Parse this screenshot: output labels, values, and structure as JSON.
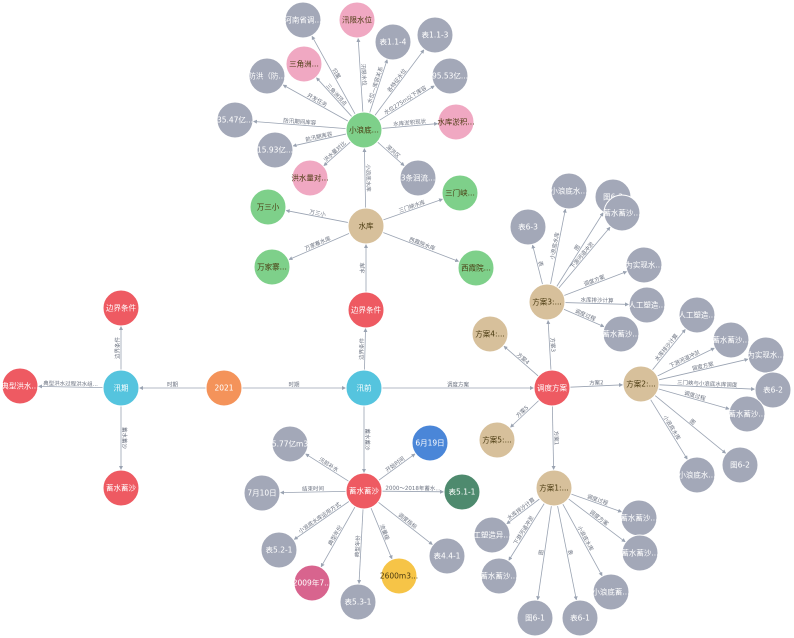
{
  "colors": {
    "background": "#ffffff",
    "edge": "#9aa3b2",
    "edge_label": "#6b7280",
    "red": "#ee5a62",
    "cyan": "#55c4de",
    "orange": "#f4935a",
    "tan": "#d7c09b",
    "grey": "#a3a8b8",
    "green": "#7ed08a",
    "pink": "#f0a8c2",
    "blue": "#4a86d8",
    "darkgreen": "#4e8a6e",
    "magenta": "#d8648e",
    "yellow": "#f6c447"
  },
  "nodes": [
    {
      "id": "2021",
      "label": "2021",
      "color": "orange"
    },
    {
      "id": "xunqian",
      "label": "汛前",
      "color": "cyan"
    },
    {
      "id": "xunqi",
      "label": "汛期",
      "color": "cyan"
    },
    {
      "id": "bj1",
      "label": "边界条件",
      "color": "red"
    },
    {
      "id": "bj2",
      "label": "边界条件",
      "color": "red"
    },
    {
      "id": "dianxing",
      "label": "典型洪水...",
      "color": "red"
    },
    {
      "id": "xiushui1",
      "label": "蓄水蓄沙",
      "color": "red"
    },
    {
      "id": "xiushui2",
      "label": "蓄水蓄沙",
      "color": "red"
    },
    {
      "id": "diaodu",
      "label": "调度方案",
      "color": "red"
    },
    {
      "id": "shuiku",
      "label": "水库",
      "color": "tan"
    },
    {
      "id": "xiaolang",
      "label": "小浪底...",
      "color": "green"
    },
    {
      "id": "wansan",
      "label": "万三小",
      "color": "green"
    },
    {
      "id": "wanjia",
      "label": "万家寨...",
      "color": "green"
    },
    {
      "id": "sanmen",
      "label": "三门峡...",
      "color": "green"
    },
    {
      "id": "xixia",
      "label": "西霞院...",
      "color": "green"
    },
    {
      "id": "xunqixw",
      "label": "汛限水位",
      "color": "pink"
    },
    {
      "id": "sanjiaozhou",
      "label": "三角洲...",
      "color": "pink"
    },
    {
      "id": "shuikuxz",
      "label": "水库淤积...",
      "color": "pink"
    },
    {
      "id": "hongshuiliang",
      "label": "洪水量对...",
      "color": "pink"
    },
    {
      "id": "henan",
      "label": "河南省调...",
      "color": "grey"
    },
    {
      "id": "b114",
      "label": "表1.1-4",
      "color": "grey"
    },
    {
      "id": "b113",
      "label": "表1.1-3",
      "color": "grey"
    },
    {
      "id": "fanghong",
      "label": "防洪（防...",
      "color": "grey"
    },
    {
      "id": "v9553",
      "label": "95.53亿...",
      "color": "grey"
    },
    {
      "id": "v3547",
      "label": "35.47亿...",
      "color": "grey"
    },
    {
      "id": "v1593",
      "label": "15.93亿...",
      "color": "grey"
    },
    {
      "id": "sanfan",
      "label": "3条洄流...",
      "color": "grey"
    },
    {
      "id": "fa1",
      "label": "方案1:...",
      "color": "tan"
    },
    {
      "id": "fa2",
      "label": "方案2:...",
      "color": "tan"
    },
    {
      "id": "fa3",
      "label": "方案3:...",
      "color": "tan"
    },
    {
      "id": "fa4",
      "label": "方案4:...",
      "color": "tan"
    },
    {
      "id": "fa5",
      "label": "方案5:...",
      "color": "tan"
    },
    {
      "id": "b63",
      "label": "表6-3",
      "color": "grey"
    },
    {
      "id": "xld3",
      "label": "小浪底水...",
      "color": "grey"
    },
    {
      "id": "t63",
      "label": "图6-3",
      "color": "grey"
    },
    {
      "id": "xs3",
      "label": "蓄水蓄沙...",
      "color": "grey"
    },
    {
      "id": "wss3",
      "label": "为实现水...",
      "color": "grey"
    },
    {
      "id": "rg3",
      "label": "人工塑造...",
      "color": "grey"
    },
    {
      "id": "xs3b",
      "label": "蓄水蓄沙...",
      "color": "grey"
    },
    {
      "id": "rg2",
      "label": "人工塑造...",
      "color": "grey"
    },
    {
      "id": "xs2a",
      "label": "蓄水蓄沙...",
      "color": "grey"
    },
    {
      "id": "wss2",
      "label": "为实现水...",
      "color": "grey"
    },
    {
      "id": "b62",
      "label": "表6-2",
      "color": "grey"
    },
    {
      "id": "xs2b",
      "label": "蓄水蓄沙...",
      "color": "grey"
    },
    {
      "id": "t62",
      "label": "图6-2",
      "color": "grey"
    },
    {
      "id": "xld2",
      "label": "小浪底水...",
      "color": "grey"
    },
    {
      "id": "xs1a",
      "label": "蓄水蓄沙...",
      "color": "grey"
    },
    {
      "id": "rg1",
      "label": "工塑造异...",
      "color": "grey"
    },
    {
      "id": "xs1b",
      "label": "蓄水蓄沙...",
      "color": "grey"
    },
    {
      "id": "xs1c",
      "label": "蓄水蓄沙...",
      "color": "grey"
    },
    {
      "id": "xld1",
      "label": "小浪底蓄...",
      "color": "grey"
    },
    {
      "id": "t61",
      "label": "图6-1",
      "color": "grey"
    },
    {
      "id": "b61",
      "label": "表6-1",
      "color": "grey"
    },
    {
      "id": "v577",
      "label": "5.77亿m3",
      "color": "grey"
    },
    {
      "id": "june19",
      "label": "6月19日",
      "color": "blue"
    },
    {
      "id": "july10",
      "label": "7月10日",
      "color": "grey"
    },
    {
      "id": "b511",
      "label": "表5.1-1",
      "color": "darkgreen"
    },
    {
      "id": "b521",
      "label": "表5.2-1",
      "color": "grey"
    },
    {
      "id": "b441",
      "label": "表4.4-1",
      "color": "grey"
    },
    {
      "id": "y2009",
      "label": "2009年7...",
      "color": "magenta"
    },
    {
      "id": "v2600",
      "label": "2600m3...",
      "color": "yellow"
    },
    {
      "id": "b531",
      "label": "表5.3-1",
      "color": "grey"
    }
  ],
  "edges": [
    {
      "from": "2021",
      "to": "xunqian",
      "label": "时期"
    },
    {
      "from": "2021",
      "to": "xunqi",
      "label": "时期"
    },
    {
      "from": "xunqi",
      "to": "dianxing",
      "label": "典型洪水过程洪水组..."
    },
    {
      "from": "xunqi",
      "to": "bj1",
      "label": "边界条件"
    },
    {
      "from": "xunqi",
      "to": "xiushui1",
      "label": "蓄水蓄沙"
    },
    {
      "from": "xunqian",
      "to": "bj2",
      "label": "边界条件"
    },
    {
      "from": "xunqian",
      "to": "xiushui2",
      "label": "蓄水蓄沙"
    },
    {
      "from": "xunqian",
      "to": "diaodu",
      "label": "调度方案"
    },
    {
      "from": "bj2",
      "to": "shuiku",
      "label": "水库"
    },
    {
      "from": "shuiku",
      "to": "xiaolang",
      "label": "小浪底水库"
    },
    {
      "from": "shuiku",
      "to": "wansan",
      "label": "万三小"
    },
    {
      "from": "shuiku",
      "to": "wanjia",
      "label": "万家寨水库"
    },
    {
      "from": "shuiku",
      "to": "sanmen",
      "label": "三门峡水库"
    },
    {
      "from": "shuiku",
      "to": "xixia",
      "label": "西霞院水库"
    },
    {
      "from": "xiaolang",
      "to": "henan",
      "label": "归属"
    },
    {
      "from": "xiaolang",
      "to": "xunqixw",
      "label": "汛限水位"
    },
    {
      "from": "xiaolang",
      "to": "b114",
      "label": "水位—库容关系"
    },
    {
      "from": "xiaolang",
      "to": "b113",
      "label": "各特征水位"
    },
    {
      "from": "xiaolang",
      "to": "sanjiaozhou",
      "label": "三角洲顶点"
    },
    {
      "from": "xiaolang",
      "to": "fanghong",
      "label": "开发任务"
    },
    {
      "from": "xiaolang",
      "to": "v9553",
      "label": "水位275m以下库容"
    },
    {
      "from": "xiaolang",
      "to": "shuikuxz",
      "label": "水库淤积现状"
    },
    {
      "from": "xiaolang",
      "to": "v3547",
      "label": "防汛期间库容"
    },
    {
      "from": "xiaolang",
      "to": "v1593",
      "label": "前汛期库容"
    },
    {
      "from": "xiaolang",
      "to": "hongshuiliang",
      "label": "洪水量对比"
    },
    {
      "from": "xiaolang",
      "to": "sanfan",
      "label": "滞洪区"
    },
    {
      "from": "diaodu",
      "to": "fa1",
      "label": "方案1"
    },
    {
      "from": "diaodu",
      "to": "fa2",
      "label": "方案2"
    },
    {
      "from": "diaodu",
      "to": "fa3",
      "label": "方案3"
    },
    {
      "from": "diaodu",
      "to": "fa4",
      "label": "方案4"
    },
    {
      "from": "diaodu",
      "to": "fa5",
      "label": "方案5"
    },
    {
      "from": "fa3",
      "to": "b63",
      "label": "表"
    },
    {
      "from": "fa3",
      "to": "xld3",
      "label": "小浪底水库"
    },
    {
      "from": "fa3",
      "to": "t63",
      "label": "图"
    },
    {
      "from": "fa3",
      "to": "xs3",
      "label": "下游河道冲淤"
    },
    {
      "from": "fa3",
      "to": "wss3",
      "label": "调度方案"
    },
    {
      "from": "fa3",
      "to": "rg3",
      "label": "水库排沙计算"
    },
    {
      "from": "fa3",
      "to": "xs3b",
      "label": "调度过程"
    },
    {
      "from": "fa2",
      "to": "rg2",
      "label": "水库排沙计算"
    },
    {
      "from": "fa2",
      "to": "xs2a",
      "label": "下游河道冲淤"
    },
    {
      "from": "fa2",
      "to": "wss2",
      "label": "调度方案"
    },
    {
      "from": "fa2",
      "to": "b62",
      "label": "三门峡与小浪底水库调度"
    },
    {
      "from": "fa2",
      "to": "xs2b",
      "label": "调度过程"
    },
    {
      "from": "fa2",
      "to": "t62",
      "label": "图"
    },
    {
      "from": "fa2",
      "to": "xld2",
      "label": "小浪底水库"
    },
    {
      "from": "fa1",
      "to": "xs1a",
      "label": "调度过程"
    },
    {
      "from": "fa1",
      "to": "rg1",
      "label": "水库排沙计算"
    },
    {
      "from": "fa1",
      "to": "xs1b",
      "label": "下游河道冲淤"
    },
    {
      "from": "fa1",
      "to": "xs1c",
      "label": "调度方案"
    },
    {
      "from": "fa1",
      "to": "xld1",
      "label": "小浪底水库"
    },
    {
      "from": "fa1",
      "to": "t61",
      "label": "图"
    },
    {
      "from": "fa1",
      "to": "b61",
      "label": "表"
    },
    {
      "from": "xiushui2",
      "to": "v577",
      "label": "汛前补水"
    },
    {
      "from": "xiushui2",
      "to": "june19",
      "label": "开始时间"
    },
    {
      "from": "xiushui2",
      "to": "july10",
      "label": "结束时间"
    },
    {
      "from": "xiushui2",
      "to": "b511",
      "label": "2000～2018年蓄水..."
    },
    {
      "from": "xiushui2",
      "to": "b521",
      "label": "小浪底水库运用方式"
    },
    {
      "from": "xiushui2",
      "to": "b441",
      "label": "调度指标"
    },
    {
      "from": "xiushui2",
      "to": "y2009",
      "label": "典型年份"
    },
    {
      "from": "xiushui2",
      "to": "v2600",
      "label": "流量级"
    },
    {
      "from": "xiushui2",
      "to": "b531",
      "label": "典型年份"
    }
  ]
}
